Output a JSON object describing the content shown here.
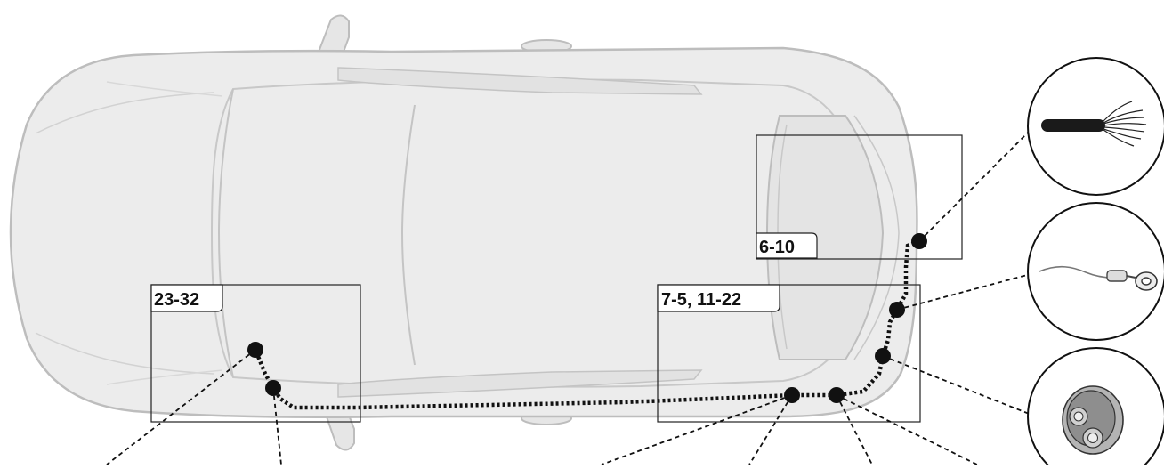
{
  "diagram": {
    "sections": [
      {
        "id": "rear",
        "label": "6-10"
      },
      {
        "id": "rear-side",
        "label": "7-5, 11-22"
      },
      {
        "id": "front",
        "label": "23-32"
      }
    ],
    "components": [
      {
        "id": "wire-connector",
        "icon": "wire-connector-icon"
      },
      {
        "id": "ring-terminal",
        "icon": "ring-terminal-icon"
      },
      {
        "id": "rubber-grommet",
        "icon": "grommet-icon"
      }
    ],
    "colors": {
      "car_fill": "#ececec",
      "car_stroke": "#bdbdbd",
      "cable": "#111111",
      "box_stroke": "#222222"
    }
  }
}
